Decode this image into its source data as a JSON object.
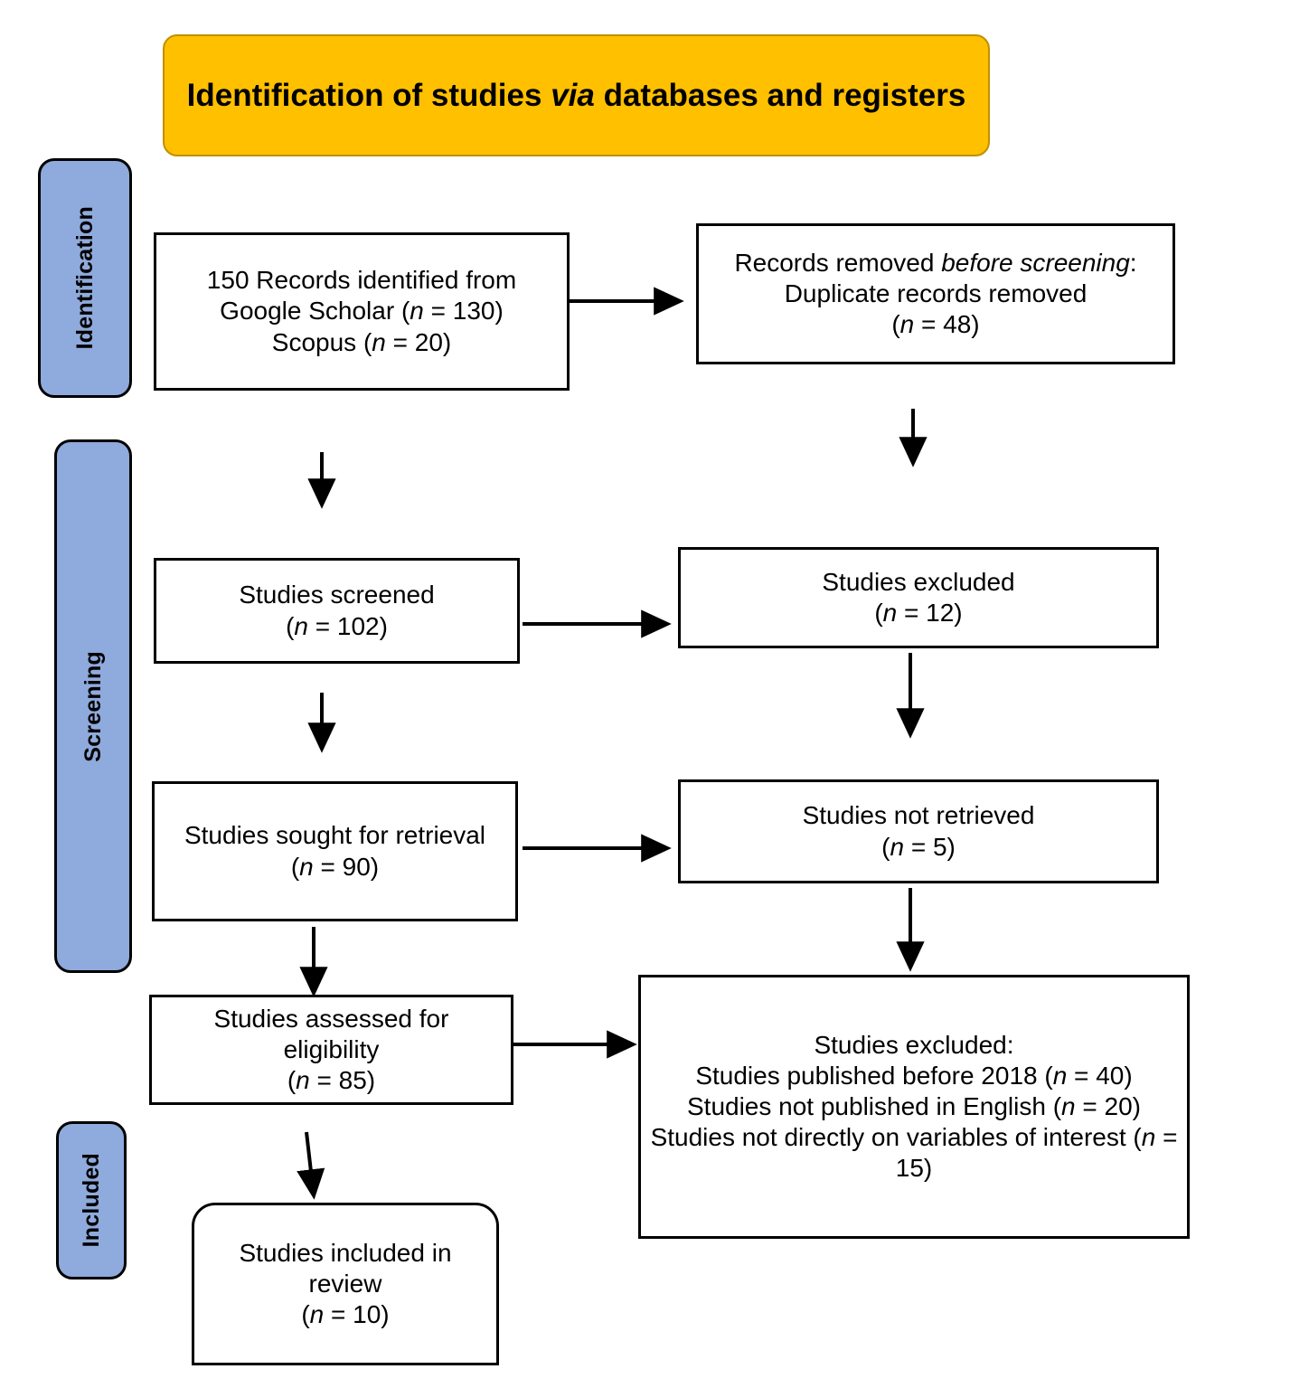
{
  "banner": {
    "title_part1": "Identification of studies ",
    "title_italic": "via",
    "title_part2": " databases and registers"
  },
  "stages": [
    {
      "label": "Identification"
    },
    {
      "label": "Screening"
    },
    {
      "label": "Included"
    }
  ],
  "boxes": {
    "identified": {
      "line1": "150 Records identified from",
      "line2_pre": "Google Scholar (",
      "line2_italic": "n",
      "line2_post": " = 130)",
      "line3_pre": "Scopus (",
      "line3_italic": "n",
      "line3_post": " = 20)"
    },
    "removed_before_screening": {
      "line1_pre": "Records removed ",
      "line1_italic": "before screening",
      "line1_post": ":",
      "line2": "Duplicate records removed",
      "line3_pre": "(",
      "line3_italic": "n",
      "line3_post": " = 48)"
    },
    "screened": {
      "line1": "Studies screened",
      "line2_pre": "(",
      "line2_italic": "n",
      "line2_post": " = 102)"
    },
    "excluded_screening": {
      "line1": "Studies excluded",
      "line2_pre": "(",
      "line2_italic": "n",
      "line2_post": " = 12)"
    },
    "sought_retrieval": {
      "line1": "Studies sought for retrieval",
      "line2_pre": "(",
      "line2_italic": "n",
      "line2_post": " = 90)"
    },
    "not_retrieved": {
      "line1": "Studies not retrieved",
      "line2_pre": "(",
      "line2_italic": "n",
      "line2_post": " = 5)"
    },
    "assessed_eligibility": {
      "line1": "Studies assessed for",
      "line2": "eligibility",
      "line3_pre": "(",
      "line3_italic": "n",
      "line3_post": " = 85)"
    },
    "excluded_eligibility": {
      "line1": "Studies excluded:",
      "line2_pre": "Studies published before 2018 (",
      "line2_italic": "n",
      "line2_post": " = 40)",
      "line3_pre": "Studies not published in English (",
      "line3_italic": "n",
      "line3_post": " = 20)",
      "line4_pre": "Studies not directly on variables of interest (",
      "line4_italic": "n",
      "line4_post": " = 15)"
    },
    "included_review": {
      "line1": "Studies included in",
      "line2": "review",
      "line3_pre": "(",
      "line3_italic": "n",
      "line3_post": " = 10)"
    }
  },
  "colors": {
    "banner_fill": "#FFC000",
    "banner_border": "#BF9000",
    "stage_fill": "#8FAADC",
    "box_border": "#000000",
    "box_fill": "#FFFFFF",
    "arrow": "#000000"
  }
}
